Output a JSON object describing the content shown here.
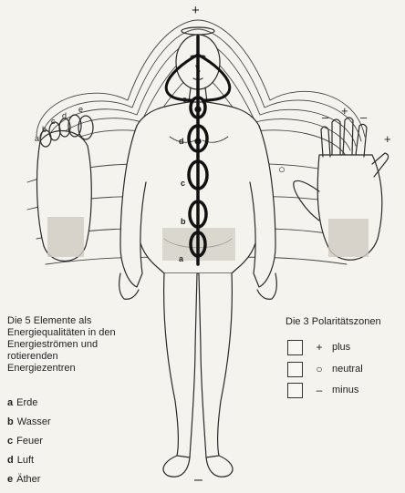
{
  "caption": "Die 5 Elemente als Energiequalitäten in den Energieströmen und rotierenden Energiezentren",
  "elements": [
    {
      "key": "a",
      "name": "Erde"
    },
    {
      "key": "b",
      "name": "Wasser"
    },
    {
      "key": "c",
      "name": "Feuer"
    },
    {
      "key": "d",
      "name": "Luft"
    },
    {
      "key": "e",
      "name": "Äther"
    }
  ],
  "polarity": {
    "title": "Die 3 Polaritätszonen",
    "zones": [
      {
        "symbol": "+",
        "label": "plus"
      },
      {
        "symbol": "○",
        "label": "neutral"
      },
      {
        "symbol": "–",
        "label": "minus"
      }
    ]
  },
  "figure": {
    "top_symbol": "+",
    "bottom_symbol": "–",
    "foot_toes": [
      "a",
      "b",
      "c",
      "d",
      "e"
    ],
    "chakra_labels": [
      "a",
      "b",
      "c",
      "d",
      "e"
    ],
    "hand_symbols": [
      "–",
      "+",
      "–",
      "+"
    ],
    "palm_symbol": "○"
  }
}
